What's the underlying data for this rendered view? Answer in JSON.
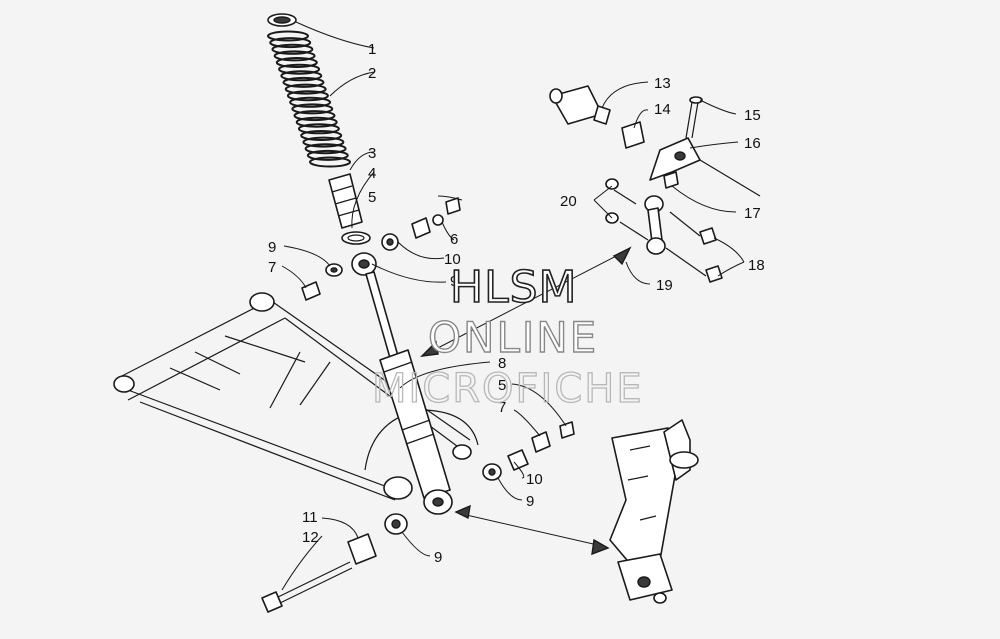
{
  "watermark": {
    "line1": "HLSM",
    "line2": "ONLINE",
    "line3": "MICROFICHE"
  },
  "callouts": {
    "c1": "1",
    "c2": "2",
    "c3": "3",
    "c4": "4",
    "c5a": "5",
    "c6": "6",
    "c10a": "10",
    "c9a": "9",
    "c9b": "9",
    "c7a": "7",
    "c13": "13",
    "c14": "14",
    "c15": "15",
    "c16": "16",
    "c17": "17",
    "c20": "20",
    "c18": "18",
    "c19": "19",
    "c8": "8",
    "c5b": "5",
    "c7b": "7",
    "c10b": "10",
    "c9c": "9",
    "c11": "11",
    "c12": "12",
    "c9d": "9"
  }
}
